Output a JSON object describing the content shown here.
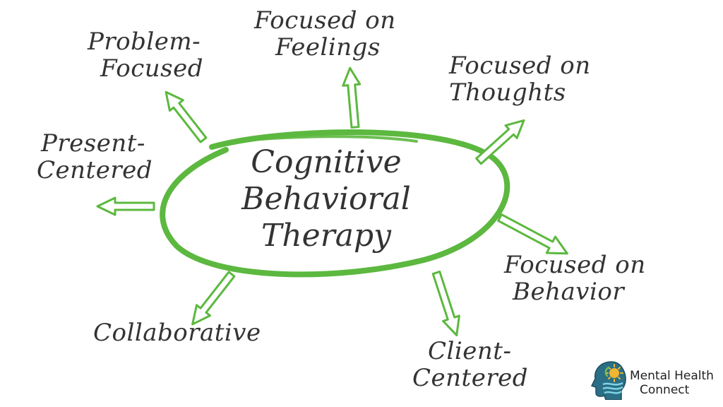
{
  "center": {
    "lines": [
      "Cognitive",
      "Behavioral",
      "Therapy"
    ]
  },
  "labels": {
    "problem_focused": [
      "Problem-",
      "Focused"
    ],
    "focused_on_feelings": [
      "Focused on",
      "Feelings"
    ],
    "focused_on_thoughts": [
      "Focused on",
      "Thoughts"
    ],
    "present_centered": [
      "Present-",
      "Centered"
    ],
    "focused_on_behavior": [
      "Focused on",
      "Behavior"
    ],
    "collaborative": [
      "Collaborative"
    ],
    "client_centered": [
      "Client-",
      "Centered"
    ]
  },
  "logo": {
    "line1": "Mental Health",
    "line2": "Connect"
  },
  "colors": {
    "accent": "#5cb83f",
    "text": "#333333"
  }
}
